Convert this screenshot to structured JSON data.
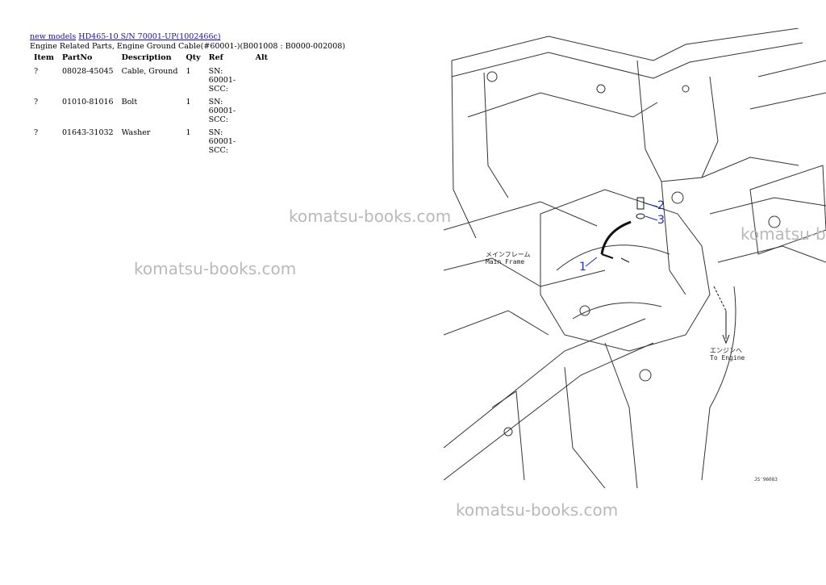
{
  "breadcrumb": {
    "link1": "new models",
    "link2": "HD465-10 S/N 70001-UP(1002466c)"
  },
  "subtitle": "Engine Related Parts, Engine Ground Cable(#60001-)(B001008 : B0000-002008)",
  "table": {
    "headers": [
      "Item",
      "PartNo",
      "Description",
      "Qty",
      "Ref",
      "Alt"
    ],
    "rows": [
      {
        "item": "?",
        "part_no": "08028-45045",
        "description": "Cable, Ground",
        "qty": "1",
        "ref": "SN: 60001-SCC:",
        "alt": ""
      },
      {
        "item": "?",
        "part_no": "01010-81016",
        "description": "Bolt",
        "qty": "1",
        "ref": "SN: 60001-SCC:",
        "alt": ""
      },
      {
        "item": "?",
        "part_no": "01643-31032",
        "description": "Washer",
        "qty": "1",
        "ref": "SN: 60001-SCC:",
        "alt": ""
      }
    ]
  },
  "watermarks": [
    "komatsu-books.com",
    "komatsu-books.com",
    "komatsu-books.com",
    "komatsu-books.com"
  ],
  "diagram": {
    "callouts": [
      "1",
      "2",
      "3"
    ],
    "label_main_frame_jp": "メインフレーム",
    "label_main_frame_en": "Main Frame",
    "label_to_engine_jp": "エンジンへ",
    "label_to_engine_en": "To Engine",
    "figure_no": "JS'96083"
  },
  "colors": {
    "link": "#1a0dab",
    "callout": "#1a2ad0",
    "watermark": "#b9b9b9"
  }
}
